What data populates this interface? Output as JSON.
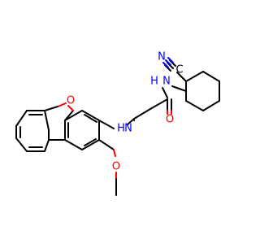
{
  "molecule": {
    "atom_labels": {
      "nitrile_c": "C",
      "nitrile_n": "N",
      "amide_n": "N",
      "amide_h": "H",
      "amide_o": "O",
      "amine_n": "N",
      "amine_h": "H",
      "furan_o": "O",
      "methoxy_o": "O"
    },
    "colors": {
      "carbon": "#000000",
      "nitrogen": "#0000ff",
      "oxygen": "#ff0000",
      "background": "#ffffff"
    }
  }
}
